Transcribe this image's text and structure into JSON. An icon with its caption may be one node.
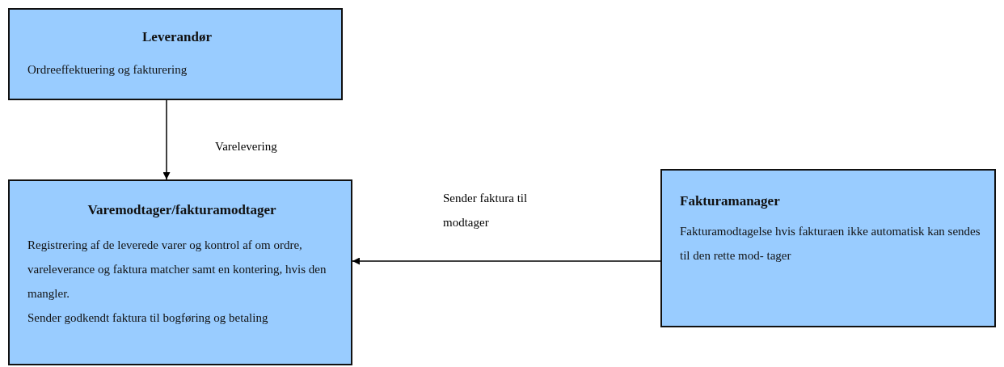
{
  "diagram": {
    "nodes": [
      {
        "text": [
          "Leverandør",
          "Ordreeffektuering og fakturering"
        ]
      },
      {
        "text": [
          "Varemodtager/fakturamodtager",
          "Registrering af de leverede varer og kontrol af om ordre, vareleverance og faktura matcher samt en kontering, hvis den mangler.",
          "Sender godkendt faktura til bogføring og betaling"
        ]
      },
      {
        "text": [
          "Fakturamanager",
          "Fakturamodtagelse hvis fakturaen ikke automatisk kan sendes til den rette mod- tager"
        ]
      }
    ],
    "edges": [
      {
        "from": 0,
        "to": 1,
        "arrow": "to",
        "label": "Varelevering"
      },
      {
        "from": 2,
        "to": 1,
        "arrow": "to",
        "label": "Sender faktura til modtager"
      }
    ]
  }
}
